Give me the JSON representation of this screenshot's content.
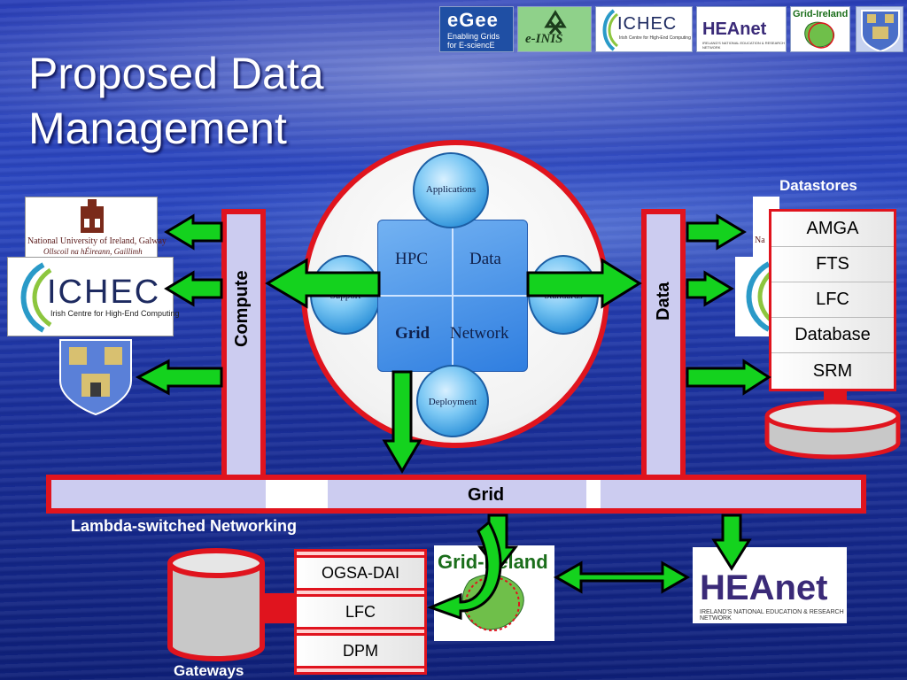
{
  "title": {
    "line1": "Proposed Data",
    "line2": "Management"
  },
  "logos": {
    "egee": {
      "big": "eGee",
      "line1": "Enabling Grids",
      "line2": "for E-sciencE"
    },
    "einis": {
      "text": "e-INIS"
    },
    "ichec_small": {
      "text": "ICHEC",
      "subtitle": "Irish Centre for High-End Computing"
    },
    "heanet_small": {
      "text": "HEAnet",
      "subtitle": "IRELAND'S NATIONAL EDUCATION & RESEARCH NETWORK"
    },
    "gridireland_small": {
      "text": "Grid-Ireland"
    },
    "nuig": {
      "name": "National University of Ireland, Galway",
      "irish": "Ollscoil na hÉireann, Gaillimh"
    },
    "ichec_large": {
      "text": "ICHEC",
      "subtitle": "Irish Centre for High-End Computing"
    },
    "nuig_right": {
      "name": "Na"
    },
    "gridireland_bottom": {
      "text": "Grid-Ireland"
    },
    "heanet_bottom": {
      "text": "HEAnet",
      "subtitle": "IRELAND'S NATIONAL EDUCATION & RESEARCH NETWORK"
    }
  },
  "center": {
    "applications": "Applications",
    "deployment": "Deployment",
    "support": "Support",
    "standards": "Standards",
    "hpc": "HPC",
    "data": "Data",
    "grid": "Grid",
    "network": "Network"
  },
  "columns": {
    "compute": "Compute",
    "data": "Data"
  },
  "grid_bar": "Grid",
  "lambda_label": "Lambda-switched Networking",
  "datastores": {
    "label": "Datastores",
    "items": [
      "AMGA",
      "FTS",
      "LFC",
      "Database",
      "SRM"
    ]
  },
  "gateways": {
    "label": "Gateways",
    "items": [
      "OGSA-DAI",
      "LFC",
      "DPM"
    ]
  },
  "colors": {
    "arrow_green": "#14d21e",
    "border_red": "#e0141e",
    "panel_lavender": "#ccccf0"
  }
}
